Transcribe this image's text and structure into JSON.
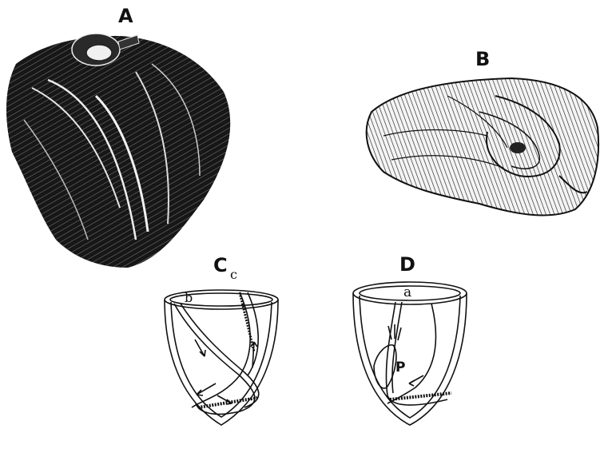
{
  "figure": {
    "panels": [
      {
        "id": "A",
        "label": "A",
        "description_name": "heart-outer-muscle-view"
      },
      {
        "id": "B",
        "label": "B",
        "description_name": "heart-apex-vortex-view"
      },
      {
        "id": "C",
        "label": "C",
        "sub_labels": {
          "b": "b",
          "c": "c"
        }
      },
      {
        "id": "D",
        "label": "D",
        "sub_labels": {
          "a": "a",
          "p": "P"
        }
      }
    ]
  }
}
